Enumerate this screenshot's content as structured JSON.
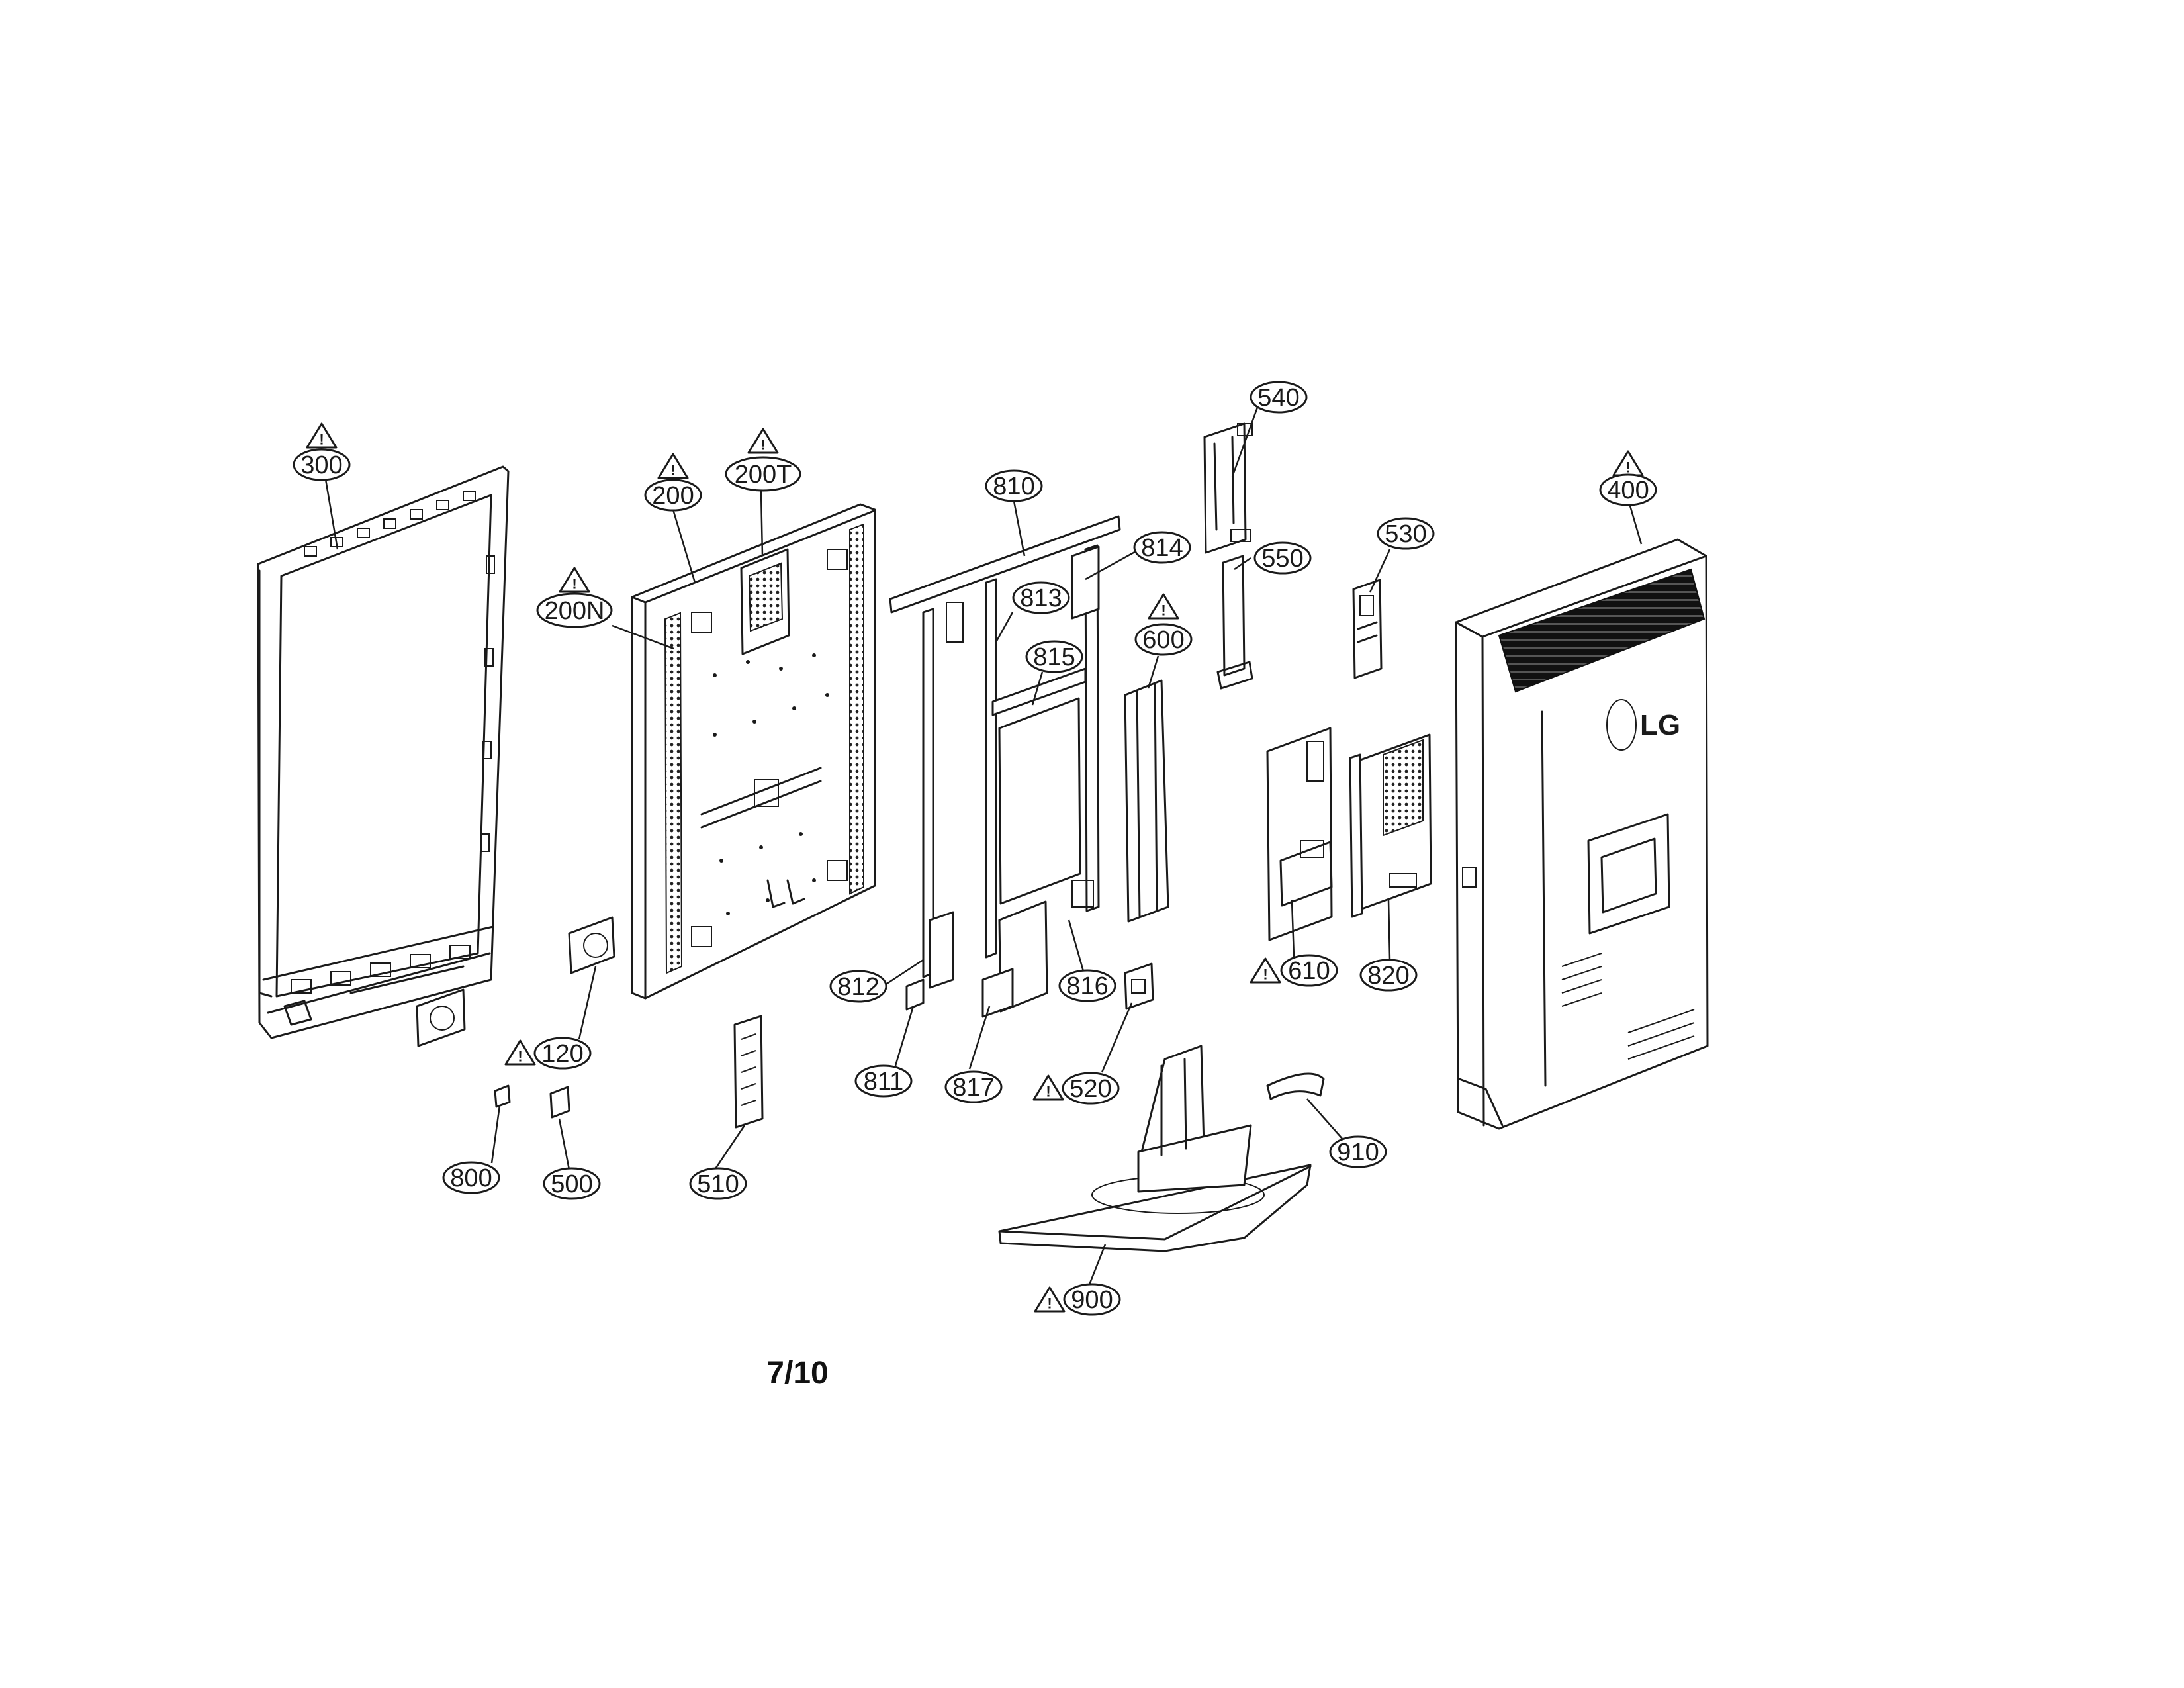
{
  "page_number": "7/10",
  "brand_logo": "LG",
  "callouts": [
    {
      "id": "300",
      "label": "300",
      "warning": true
    },
    {
      "id": "200",
      "label": "200",
      "warning": true
    },
    {
      "id": "200T",
      "label": "200T",
      "warning": true
    },
    {
      "id": "200N",
      "label": "200N",
      "warning": true
    },
    {
      "id": "810",
      "label": "810",
      "warning": false
    },
    {
      "id": "814",
      "label": "814",
      "warning": false
    },
    {
      "id": "813",
      "label": "813",
      "warning": false
    },
    {
      "id": "815",
      "label": "815",
      "warning": false
    },
    {
      "id": "600",
      "label": "600",
      "warning": true
    },
    {
      "id": "540",
      "label": "540",
      "warning": false
    },
    {
      "id": "550",
      "label": "550",
      "warning": false
    },
    {
      "id": "530",
      "label": "530",
      "warning": false
    },
    {
      "id": "400",
      "label": "400",
      "warning": true
    },
    {
      "id": "610",
      "label": "610",
      "warning": true
    },
    {
      "id": "820",
      "label": "820",
      "warning": false
    },
    {
      "id": "812",
      "label": "812",
      "warning": false
    },
    {
      "id": "816",
      "label": "816",
      "warning": false
    },
    {
      "id": "811",
      "label": "811",
      "warning": false
    },
    {
      "id": "817",
      "label": "817",
      "warning": false
    },
    {
      "id": "520",
      "label": "520",
      "warning": true
    },
    {
      "id": "120",
      "label": "120",
      "warning": true
    },
    {
      "id": "910",
      "label": "910",
      "warning": false
    },
    {
      "id": "800",
      "label": "800",
      "warning": false
    },
    {
      "id": "500",
      "label": "500",
      "warning": false
    },
    {
      "id": "510",
      "label": "510",
      "warning": false
    },
    {
      "id": "900",
      "label": "900",
      "warning": true
    }
  ]
}
